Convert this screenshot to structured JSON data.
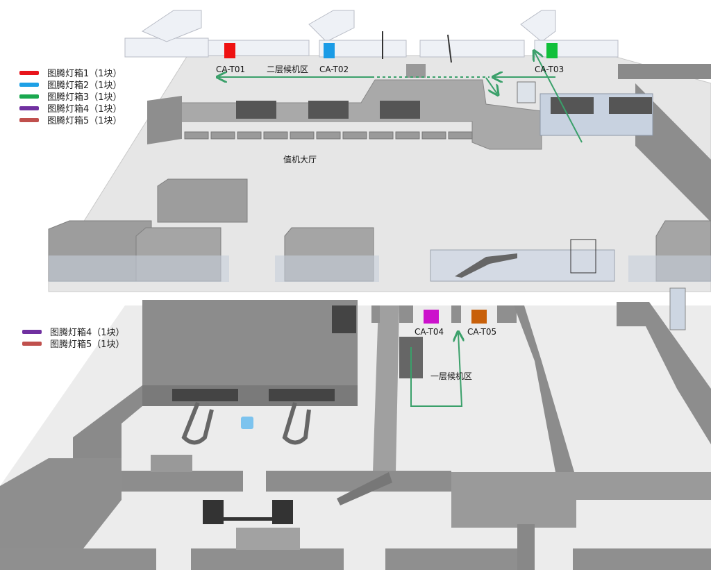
{
  "upper_floor": {
    "legend": [
      {
        "label": "图腾灯箱1（1块）",
        "color": "#e8141b"
      },
      {
        "label": "图腾灯箱2（1块）",
        "color": "#1ea0e6"
      },
      {
        "label": "图腾灯箱3（1块）",
        "color": "#1aa84f"
      },
      {
        "label": "图腾灯箱4（1块）",
        "color": "#7030a0"
      },
      {
        "label": "图腾灯箱5（1块）",
        "color": "#c0504d"
      }
    ],
    "labels": {
      "t01": "CA-T01",
      "t02": "CA-T02",
      "t03": "CA-T03",
      "waiting_area": "二层候机区",
      "checkin_hall": "值机大厅"
    },
    "sign_colors": {
      "t01": "#ee1111",
      "t02": "#1a9be6",
      "t03": "#11c03a"
    }
  },
  "lower_floor": {
    "legend": [
      {
        "label": "图腾灯箱4（1块）",
        "color": "#7030a0"
      },
      {
        "label": "图腾灯箱5（1块）",
        "color": "#c0504d"
      }
    ],
    "labels": {
      "t04": "CA-T04",
      "t05": "CA-T05",
      "waiting_area": "一层候机区"
    },
    "sign_colors": {
      "t04": "#cc11cc",
      "t05": "#c8600a"
    }
  },
  "route_color": "#3aa06a"
}
